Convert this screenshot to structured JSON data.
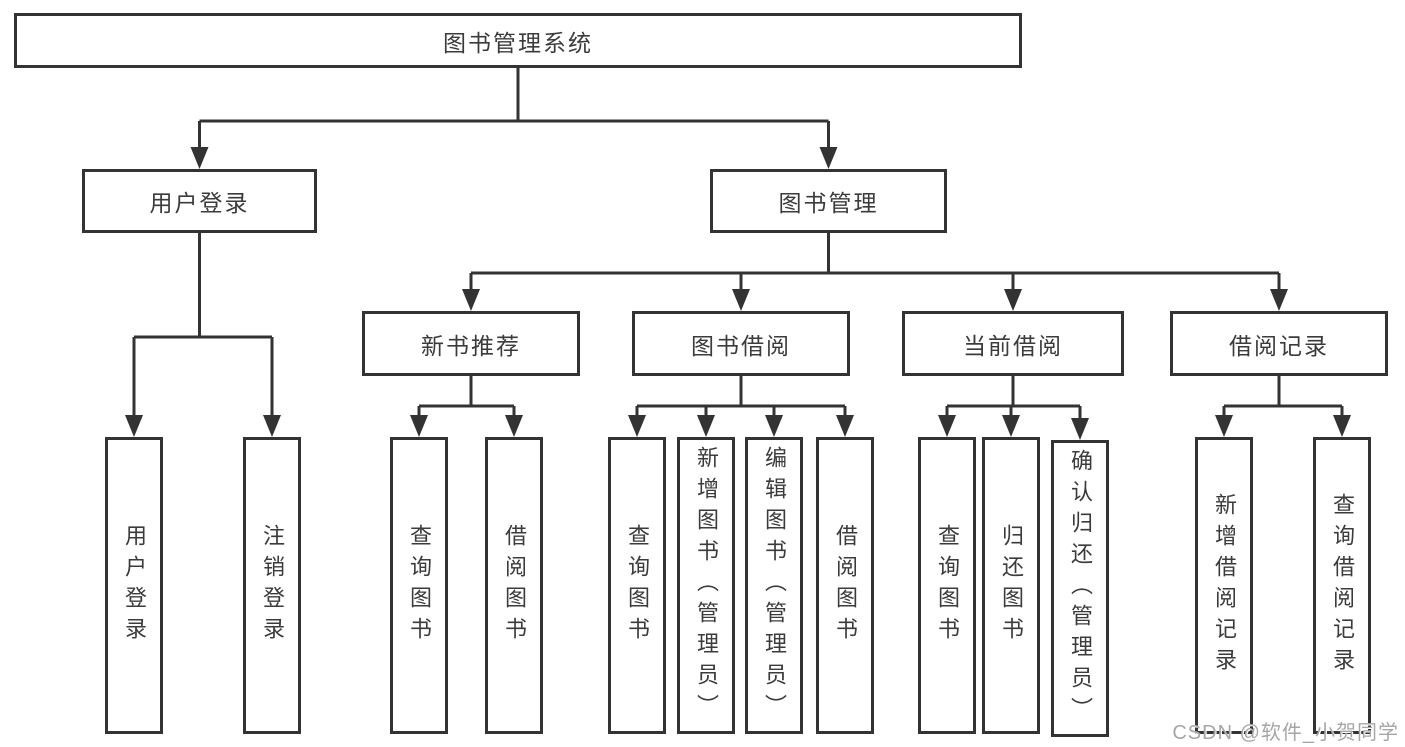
{
  "diagram": {
    "root": {
      "label": "图书管理系统"
    },
    "level2": {
      "user_login": {
        "label": "用户登录",
        "children": [
          {
            "label": "用户登录"
          },
          {
            "label": "注销登录"
          }
        ]
      },
      "book_management": {
        "label": "图书管理",
        "modules": [
          {
            "label": "新书推荐",
            "children": [
              {
                "label": "查询图书"
              },
              {
                "label": "借阅图书"
              }
            ]
          },
          {
            "label": "图书借阅",
            "children": [
              {
                "label": "查询图书"
              },
              {
                "label": "新增图书（管理员）"
              },
              {
                "label": "编辑图书（管理员）"
              },
              {
                "label": "借阅图书"
              }
            ]
          },
          {
            "label": "当前借阅",
            "children": [
              {
                "label": "查询图书"
              },
              {
                "label": "归还图书"
              },
              {
                "label": "确认归还（管理员）"
              }
            ]
          },
          {
            "label": "借阅记录",
            "children": [
              {
                "label": "新增借阅记录"
              },
              {
                "label": "查询借阅记录"
              }
            ]
          }
        ]
      }
    }
  },
  "watermark": "CSDN @软件_小贺同学",
  "colors": {
    "line": "#333333",
    "text": "#3b3b3b",
    "background": "#ffffff",
    "watermark": "#a6a6a6"
  }
}
